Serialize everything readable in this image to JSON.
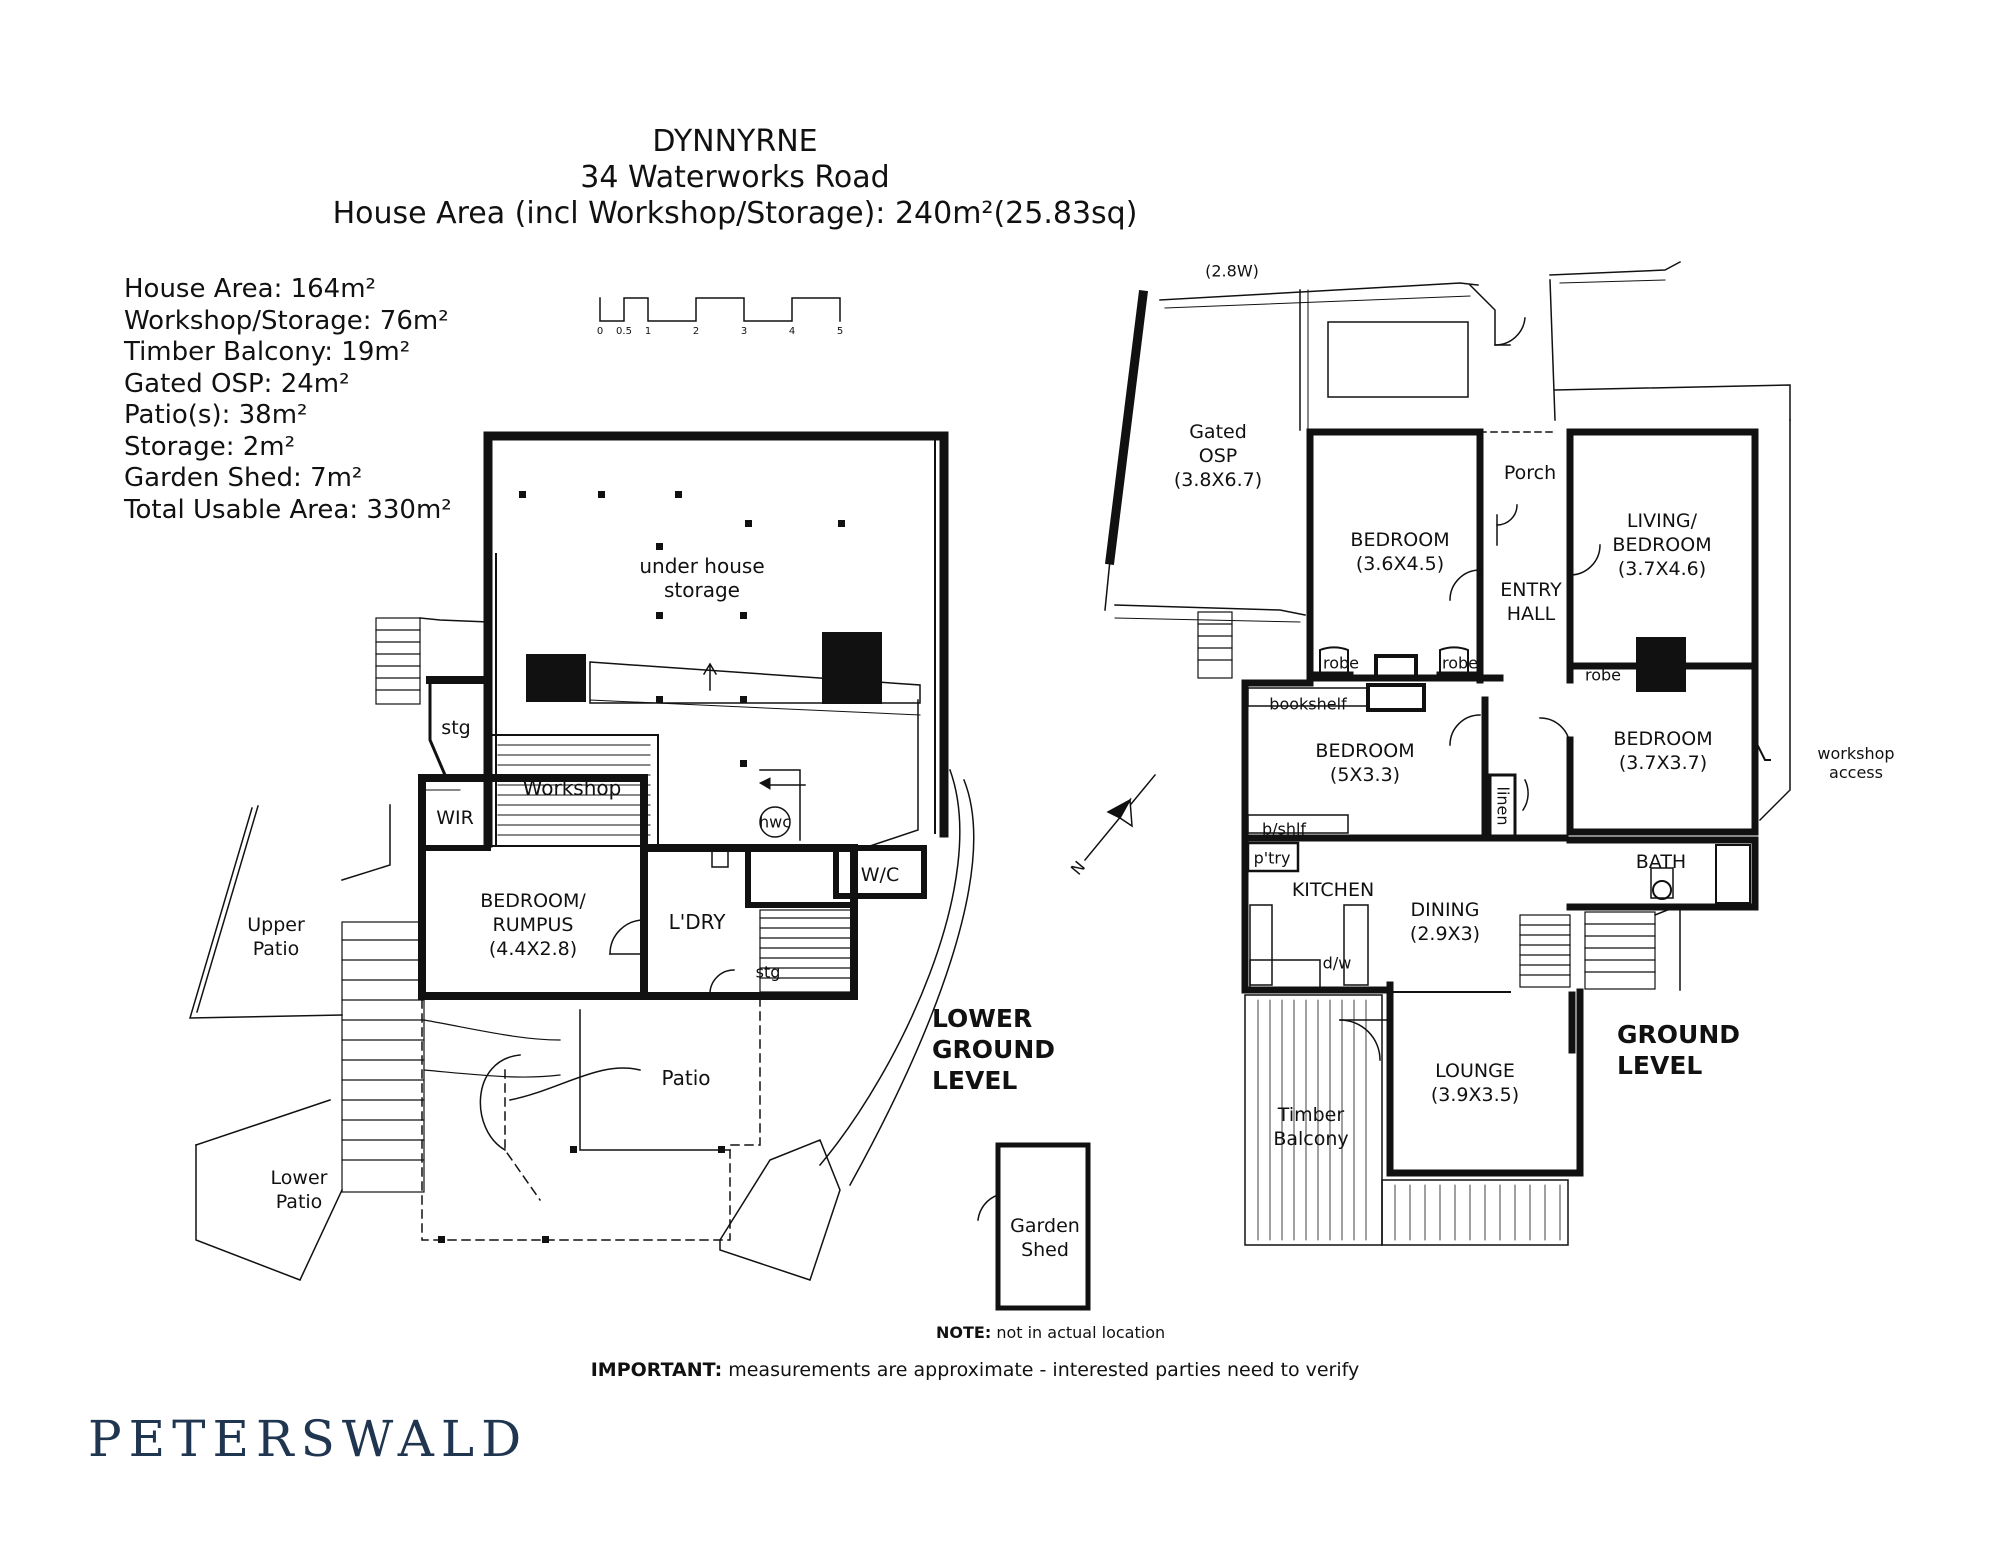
{
  "header": {
    "suburb": "DYNNYRNE",
    "address": "34 Waterworks Road",
    "house_area": "House Area (incl Workshop/Storage): 240m²(25.83sq)"
  },
  "areas": [
    "House Area: 164m²",
    "Workshop/Storage: 76m²",
    "Timber Balcony: 19m²",
    "Gated OSP: 24m²",
    "Patio(s): 38m²",
    "Storage: 2m²",
    "Garden Shed: 7m²",
    "Total Usable Area: 330m²"
  ],
  "scale_bar": {
    "ticks": [
      "0",
      "0.5",
      "1",
      "2",
      "3",
      "4",
      "5"
    ]
  },
  "lower_ground": {
    "level_label": [
      "LOWER",
      "GROUND",
      "LEVEL"
    ],
    "rooms": {
      "under_house": [
        "under house",
        "storage"
      ],
      "workshop": "Workshop",
      "stg_upper": "stg",
      "wir": "WIR",
      "hwc": "hwc",
      "wc": "W/C",
      "bedroom_rumpus": [
        "BEDROOM/",
        "RUMPUS",
        "(4.4X2.8)"
      ],
      "laundry": "L'DRY",
      "stg_lower": "stg",
      "upper_patio": [
        "Upper",
        "Patio"
      ],
      "lower_patio": [
        "Lower",
        "Patio"
      ],
      "patio": "Patio"
    }
  },
  "ground": {
    "level_label": [
      "GROUND",
      "LEVEL"
    ],
    "rooms": {
      "carport_width": "(2.8W)",
      "gated_osp": [
        "Gated",
        "OSP",
        "(3.8X6.7)"
      ],
      "porch": "Porch",
      "bedroom1": [
        "BEDROOM",
        "(3.6X4.5)"
      ],
      "living_bedroom": [
        "LIVING/",
        "BEDROOM",
        "(3.7X4.6)"
      ],
      "entry_hall": [
        "ENTRY",
        "HALL"
      ],
      "robe1": "robe",
      "robe2": "robe",
      "robe3": "robe",
      "bookshelf": "bookshelf",
      "bedroom2": [
        "BEDROOM",
        "(5X3.3)"
      ],
      "bedroom3": [
        "BEDROOM",
        "(3.7X3.7)"
      ],
      "workshop_access": [
        "workshop",
        "access"
      ],
      "linen": "linen",
      "bshlf": "b/shlf",
      "pantry": "p'try",
      "kitchen": "KITCHEN",
      "dining": [
        "DINING",
        "(2.9X3)"
      ],
      "bath": "BATH",
      "dw": "d/w",
      "lounge": [
        "LOUNGE",
        "(3.9X3.5)"
      ],
      "timber_balcony": [
        "Timber",
        "Balcony"
      ]
    }
  },
  "garden_shed": [
    "Garden",
    "Shed"
  ],
  "compass": "N",
  "note": {
    "label": "NOTE:",
    "text": " not in actual location"
  },
  "important": {
    "label": "IMPORTANT:",
    "text": " measurements are approximate - interested parties need to verify"
  },
  "brand": "PETERSWALD"
}
